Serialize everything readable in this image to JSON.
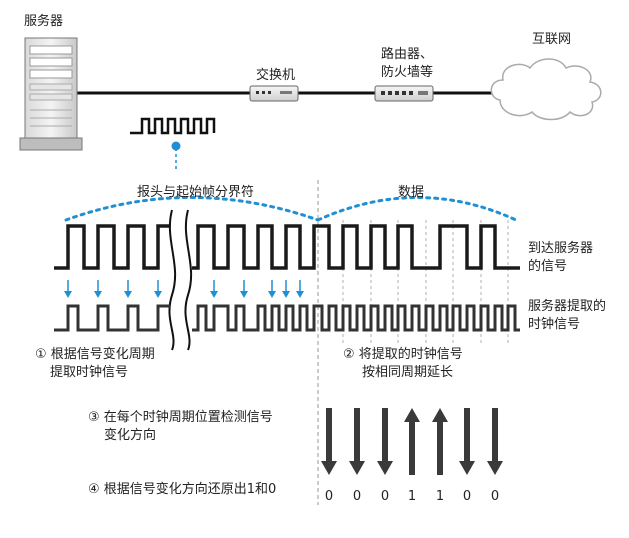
{
  "network": {
    "server_label": "服务器",
    "switch_label": "交换机",
    "router_label_line1": "路由器、",
    "router_label_line2": "防火墙等",
    "internet_label": "互联网"
  },
  "brackets": {
    "preamble_label": "报头与起始帧分界符",
    "data_label": "数据"
  },
  "signals": {
    "arrived_label_line1": "到达服务器",
    "arrived_label_line2": "的信号",
    "clock_label_line1": "服务器提取的",
    "clock_label_line2": "时钟信号"
  },
  "steps": {
    "step1_line1": "① 根据信号变化周期",
    "step1_line2": "提取时钟信号",
    "step2_line1": "② 将提取的时钟信号",
    "step2_line2": "按相同周期延长",
    "step3_line1": "③ 在每个时钟周期位置检测信号",
    "step3_line2": "变化方向",
    "step4": "④ 根据信号变化方向还原出1和0"
  },
  "decoded": {
    "bits": [
      "0",
      "0",
      "0",
      "1",
      "1",
      "0",
      "0"
    ],
    "directions": [
      "down",
      "down",
      "down",
      "up",
      "up",
      "down",
      "down"
    ]
  },
  "colors": {
    "signal": "#1a1a1a",
    "accent_blue": "#1f8fd6",
    "dashed_gray": "#9a9a9a"
  }
}
